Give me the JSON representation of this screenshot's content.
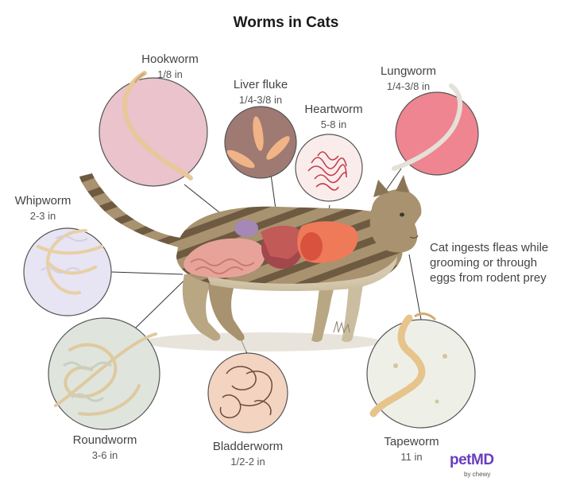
{
  "title": "Worms in Cats",
  "worms": [
    {
      "name": "Hookworm",
      "size": "1/8 in"
    },
    {
      "name": "Liver fluke",
      "size": "1/4-3/8 in"
    },
    {
      "name": "Heartworm",
      "size": "5-8 in"
    },
    {
      "name": "Lungworm",
      "size": "1/4-3/8 in"
    },
    {
      "name": "Whipworm",
      "size": "2-3 in"
    },
    {
      "name": "Roundworm",
      "size": "3-6 in"
    },
    {
      "name": "Bladderworm",
      "size": "1/2-2 in"
    },
    {
      "name": "Tapeworm",
      "size": "11 in"
    }
  ],
  "transmission_note": "Cat ingests fleas while grooming or through eggs from rodent prey",
  "brand": {
    "name": "petMD",
    "byline": "by chewy"
  }
}
